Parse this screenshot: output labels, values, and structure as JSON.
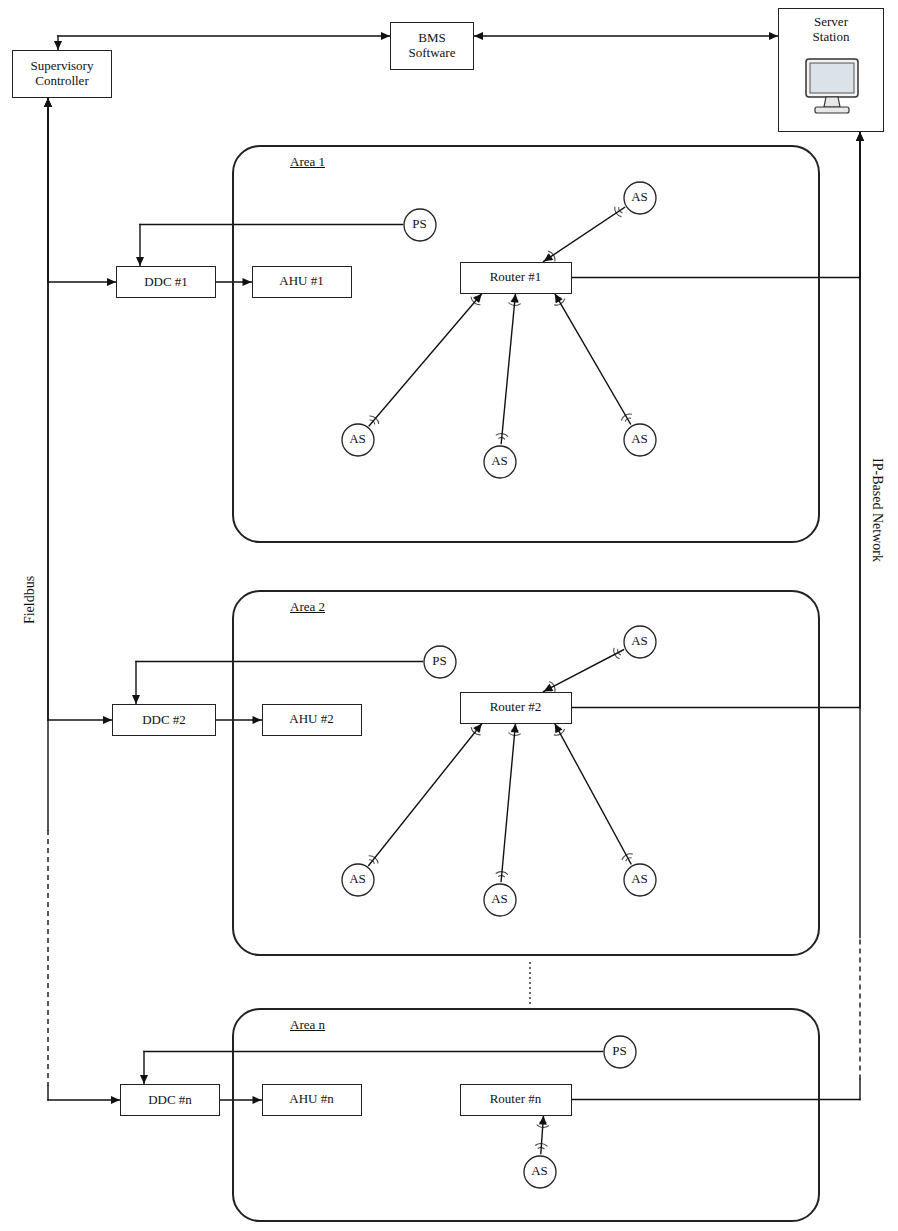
{
  "diagram": {
    "nodes": [
      {
        "text": [
          "Supervisory Controller"
        ]
      },
      {
        "text": [
          "BMS Software"
        ]
      },
      {
        "text": [
          "Server Station"
        ]
      },
      {
        "text": [
          "Area 1"
        ]
      },
      {
        "text": [
          "PS"
        ],
        "in": 3
      },
      {
        "text": [
          "AS"
        ],
        "in": 3
      },
      {
        "text": [
          "DDC #1"
        ]
      },
      {
        "text": [
          "AHU #1"
        ],
        "in": 3
      },
      {
        "text": [
          "Router #1"
        ],
        "in": 3
      },
      {
        "text": [
          "AS"
        ],
        "in": 3
      },
      {
        "text": [
          "AS"
        ],
        "in": 3
      },
      {
        "text": [
          "AS"
        ],
        "in": 3
      },
      {
        "text": [
          "Area 2"
        ]
      },
      {
        "text": [
          "PS"
        ],
        "in": 12
      },
      {
        "text": [
          "AS"
        ],
        "in": 12
      },
      {
        "text": [
          "DDC #2"
        ]
      },
      {
        "text": [
          "AHU #2"
        ],
        "in": 12
      },
      {
        "text": [
          "Router #2"
        ],
        "in": 12
      },
      {
        "text": [
          "AS"
        ],
        "in": 12
      },
      {
        "text": [
          "AS"
        ],
        "in": 12
      },
      {
        "text": [
          "AS"
        ],
        "in": 12
      },
      {
        "text": [
          "Area n"
        ]
      },
      {
        "text": [
          "PS"
        ],
        "in": 21
      },
      {
        "text": [
          "DDC #n"
        ]
      },
      {
        "text": [
          "AHU #n"
        ],
        "in": 21
      },
      {
        "text": [
          "Router #n"
        ],
        "in": 21
      },
      {
        "text": [
          "AS"
        ],
        "in": 21
      }
    ],
    "edges": [
      {
        "from": 0,
        "to": 1,
        "arrow": "both"
      },
      {
        "from": 1,
        "to": 2,
        "arrow": "both"
      },
      {
        "from": 0,
        "to": 6,
        "arrow": "both"
      },
      {
        "from": 0,
        "to": 15,
        "arrow": "both"
      },
      {
        "from": 0,
        "to": 23,
        "arrow": "both"
      },
      {
        "from": 4,
        "to": 6,
        "arrow": "to"
      },
      {
        "from": 6,
        "to": 7,
        "arrow": "to"
      },
      {
        "from": 5,
        "to": 8,
        "arrow": "to"
      },
      {
        "from": 9,
        "to": 8,
        "arrow": "to"
      },
      {
        "from": 10,
        "to": 8,
        "arrow": "to"
      },
      {
        "from": 11,
        "to": 8,
        "arrow": "to"
      },
      {
        "from": 8,
        "to": 2,
        "arrow": "to"
      },
      {
        "from": 13,
        "to": 15,
        "arrow": "to"
      },
      {
        "from": 15,
        "to": 16,
        "arrow": "to"
      },
      {
        "from": 14,
        "to": 17,
        "arrow": "to"
      },
      {
        "from": 18,
        "to": 17,
        "arrow": "to"
      },
      {
        "from": 19,
        "to": 17,
        "arrow": "to"
      },
      {
        "from": 20,
        "to": 17,
        "arrow": "to"
      },
      {
        "from": 17,
        "to": 2,
        "arrow": "to"
      },
      {
        "from": 22,
        "to": 23,
        "arrow": "to"
      },
      {
        "from": 23,
        "to": 24,
        "arrow": "to"
      },
      {
        "from": 26,
        "to": 25,
        "arrow": "to"
      },
      {
        "from": 25,
        "to": 2,
        "arrow": "to"
      }
    ],
    "labels": [
      "Fieldbus",
      "IP-Based Network"
    ]
  }
}
